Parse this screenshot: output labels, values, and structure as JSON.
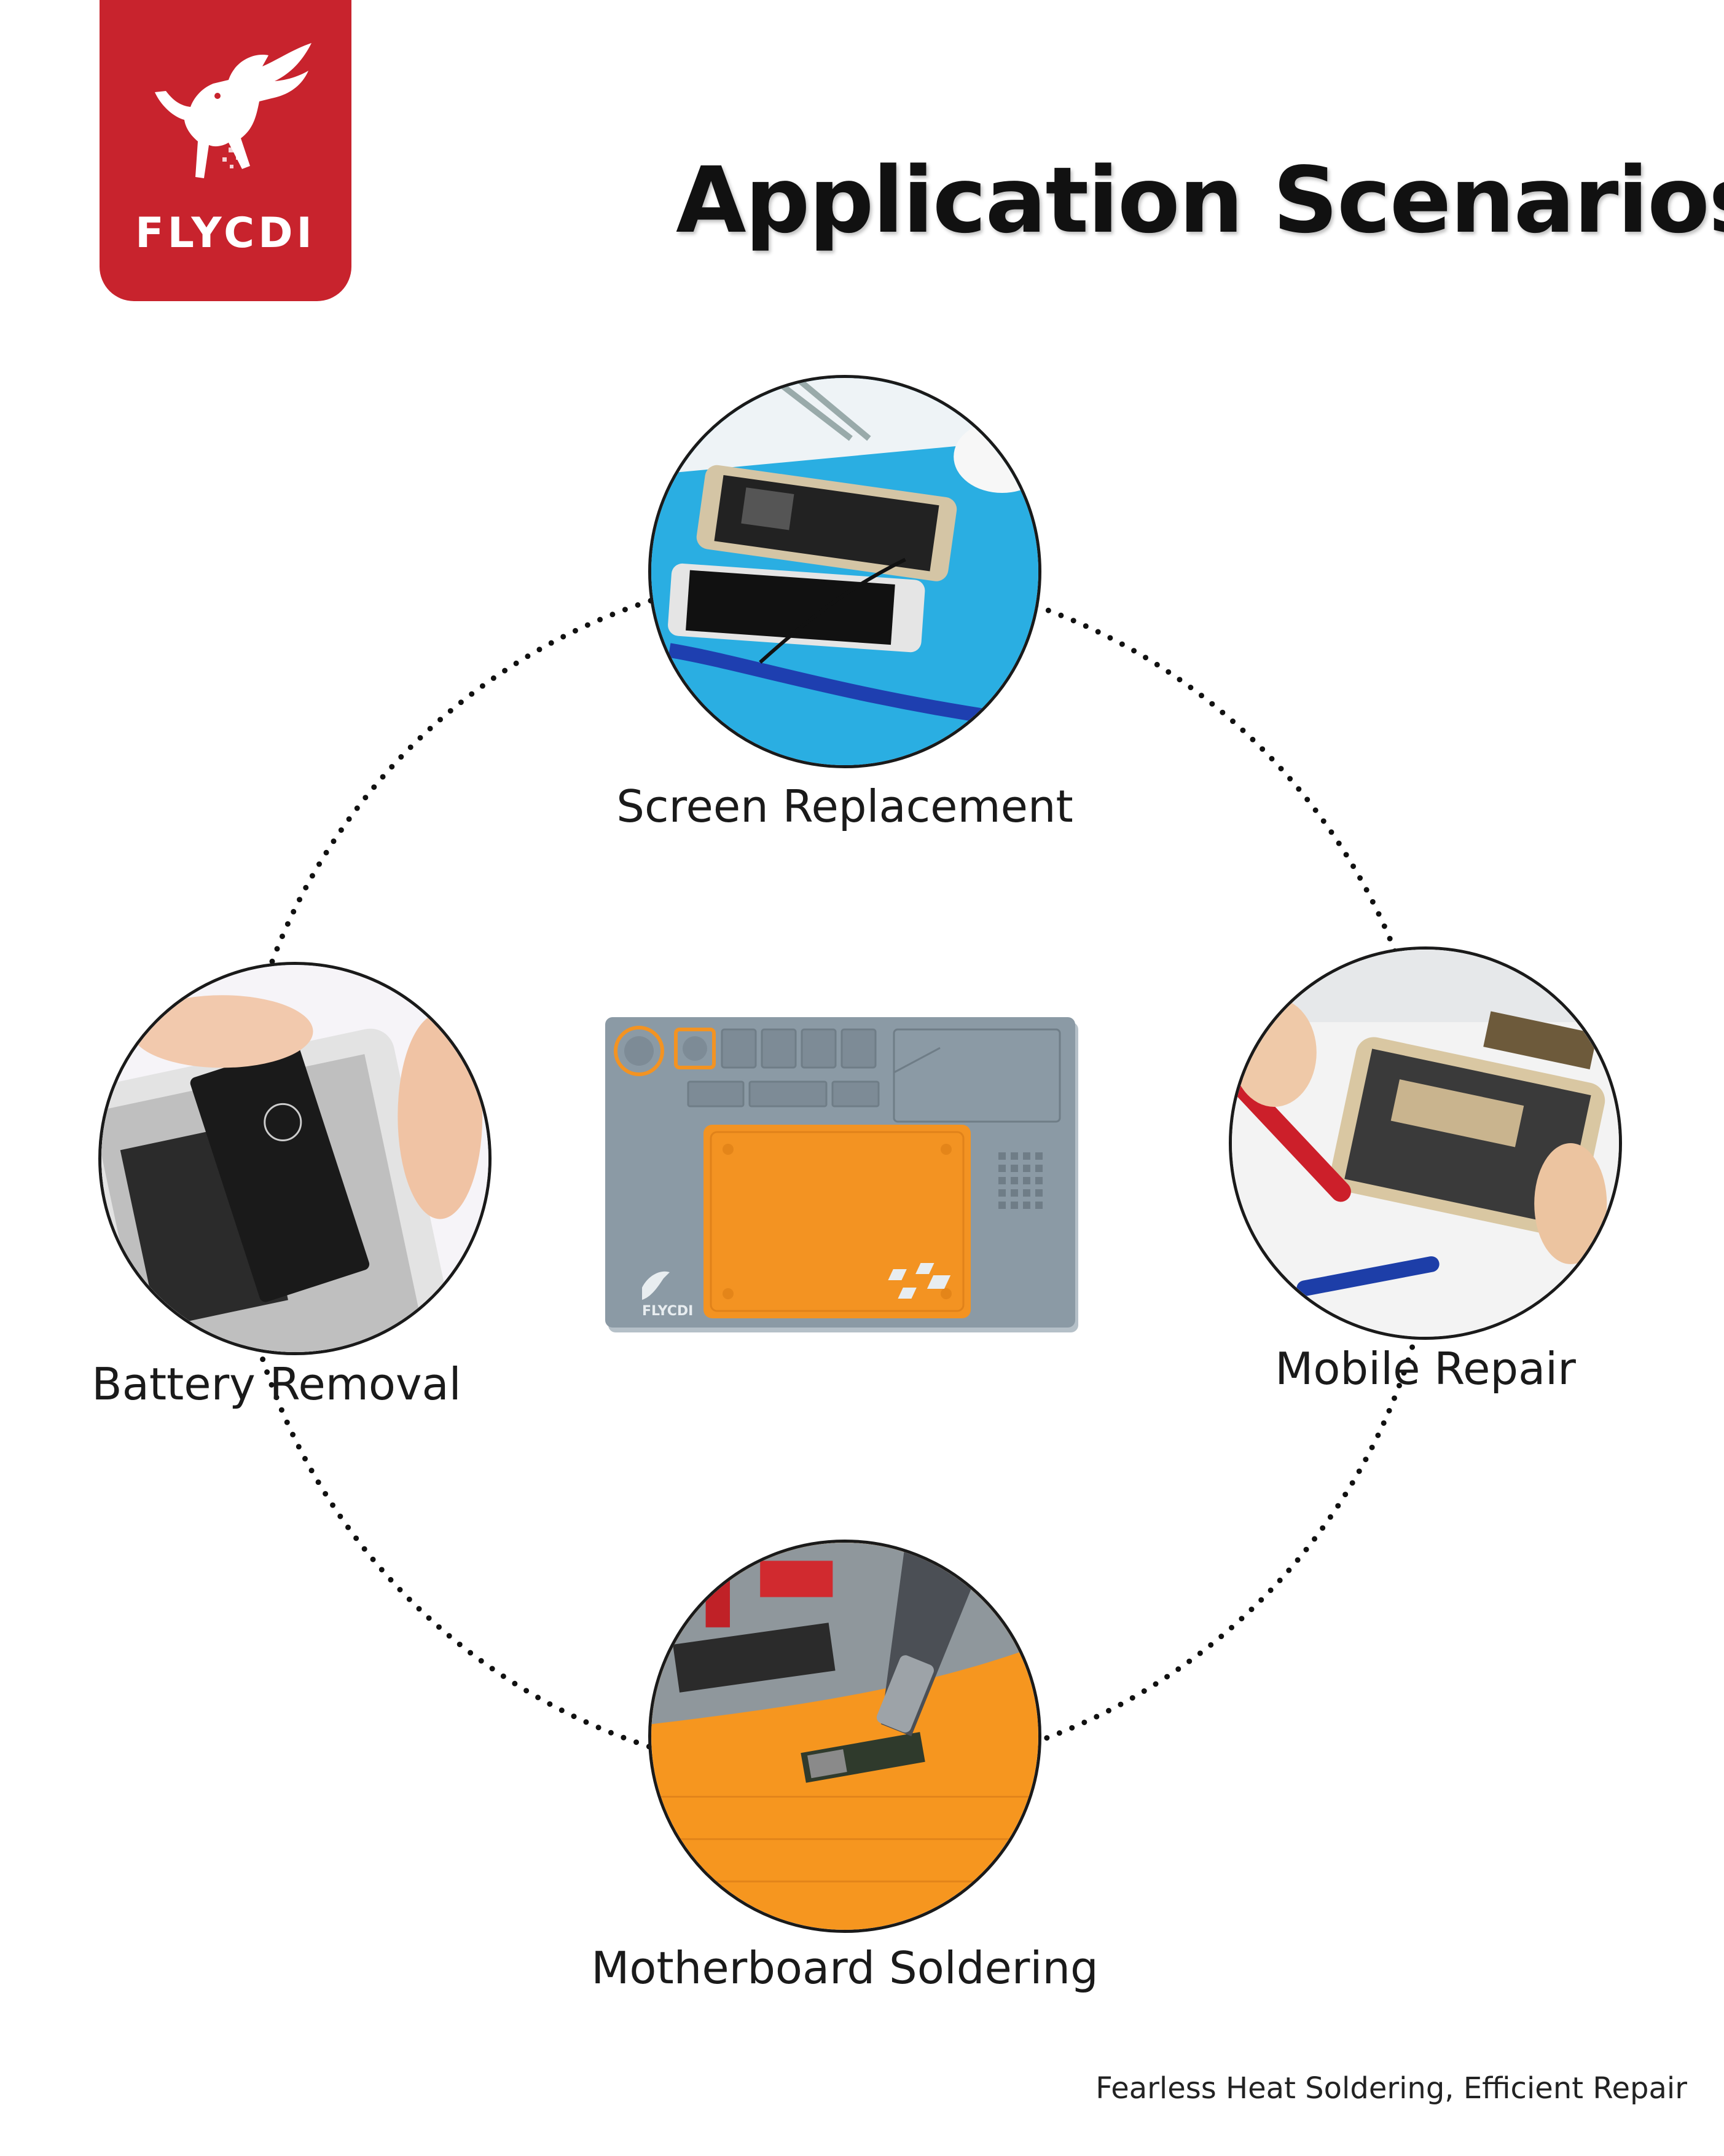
{
  "brand": {
    "name": "FLYCDI",
    "logo_icon": "winged-horse-icon",
    "color": "#c8232d"
  },
  "title": "Application Scenarios",
  "scenarios": [
    {
      "id": "screen-replacement",
      "label": "Screen Replacement"
    },
    {
      "id": "mobile-repair",
      "label": "Mobile  Repair"
    },
    {
      "id": "motherboard-soldering",
      "label": "Motherboard Soldering"
    },
    {
      "id": "battery-removal",
      "label": "Battery  Removal"
    }
  ],
  "product": {
    "name": "repair-mat",
    "brand_text": "FLYCDI",
    "mat_color": "#8b9aa5",
    "pad_color": "#f39322"
  },
  "tagline": "Fearless Heat Soldering, Efficient Repair"
}
